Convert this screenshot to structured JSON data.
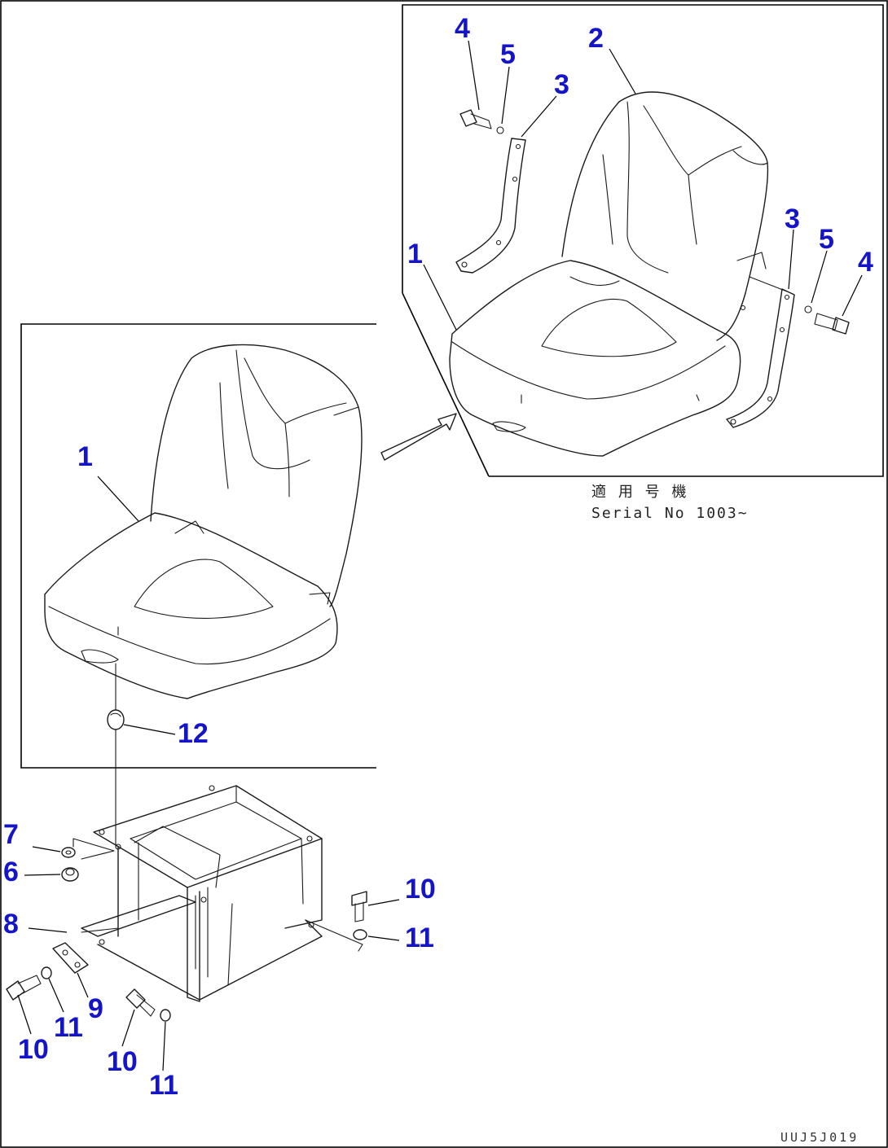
{
  "figure": {
    "callouts": {
      "upper_seat": "1",
      "upper_headrest": "2",
      "upper_bracket_left": "3",
      "upper_bracket_right": "3",
      "upper_bolt_left": "4",
      "upper_bolt_right": "4",
      "upper_washer_left": "5",
      "upper_washer_right": "5",
      "lower_seat": "1",
      "lower_nut": "12",
      "stand_washer": "7",
      "stand_nut": "6",
      "stand": "8",
      "stand_plate": "9",
      "bolt_front_left": "10",
      "washer_front_left": "11",
      "bolt_front_mid": "10",
      "washer_front_mid": "11",
      "bolt_rear_right": "10",
      "washer_rear_right": "11"
    },
    "serial_label_jp": "適 用 号 機",
    "serial_label_en": "Serial No 1003~",
    "drawing_code": "UUJ5J019"
  },
  "colors": {
    "callout": "#1414c8",
    "line": "#1a1a1a"
  }
}
